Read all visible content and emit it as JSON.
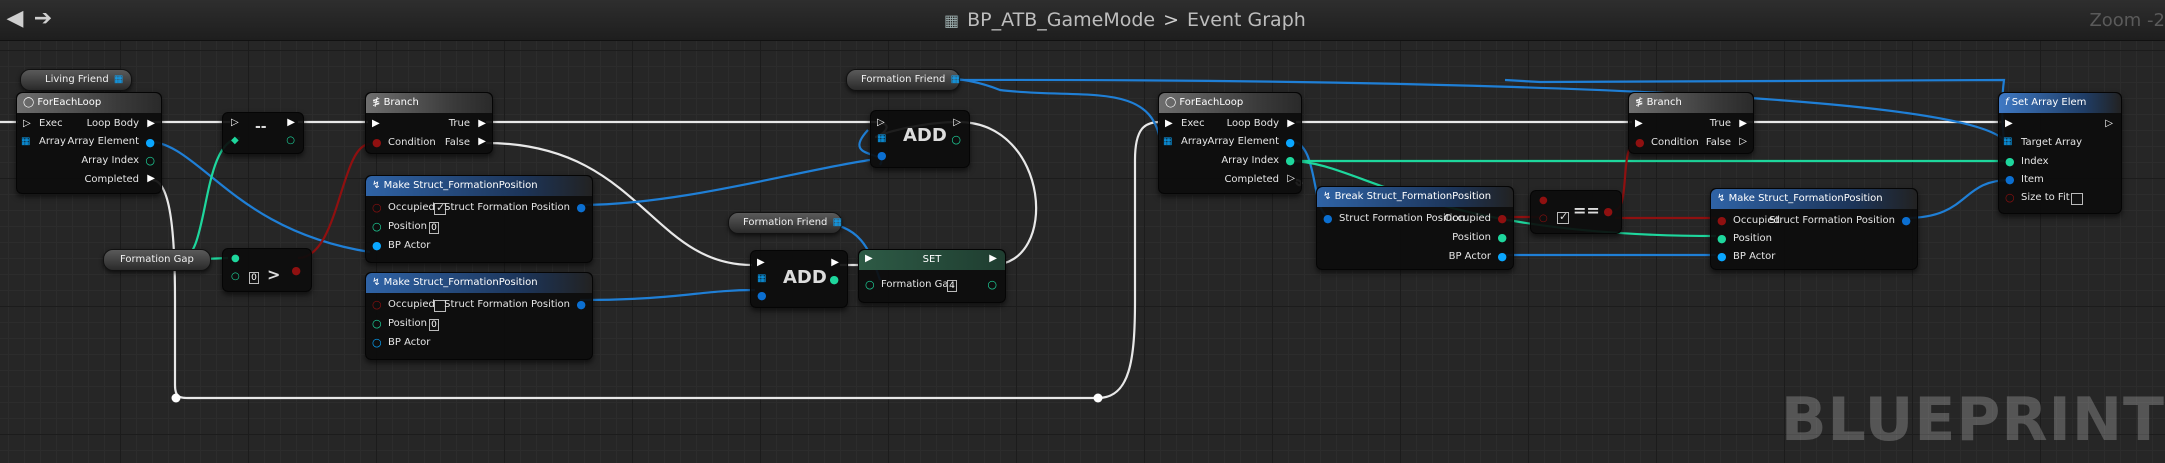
{
  "header": {
    "breadcrumb_asset": "BP_ATB_GameMode",
    "breadcrumb_separator": ">",
    "breadcrumb_graph": "Event Graph",
    "zoom_text": "Zoom -2",
    "back_icon": "back-arrow-icon",
    "forward_icon": "forward-arrow-icon"
  },
  "watermark": "BLUEPRINT",
  "nodes": {
    "living_friend": {
      "title": "Living Friend"
    },
    "foreach1": {
      "title": "ForEachLoop",
      "exec": "Exec",
      "array": "Array",
      "loop_body": "Loop Body",
      "array_element": "Array Element",
      "array_index": "Array Index",
      "completed": "Completed"
    },
    "not_equal1": {
      "symbol": "--"
    },
    "formation_gap1": {
      "title": "Formation Gap"
    },
    "greater1": {
      "value": "0",
      "symbol": ">"
    },
    "branch1": {
      "title": "Branch",
      "condition": "Condition",
      "true_label": "True",
      "false_label": "False"
    },
    "make_struct1": {
      "title": "Make Struct_FormationPosition",
      "occupied": "Occupied",
      "position": "Position",
      "position_value": "0",
      "bp_actor": "BP Actor",
      "output": "Struct Formation Position"
    },
    "make_struct2": {
      "title": "Make Struct_FormationPosition",
      "occupied": "Occupied",
      "position": "Position",
      "position_value": "0",
      "bp_actor": "BP Actor",
      "output": "Struct Formation Position"
    },
    "formation_friend1": {
      "title": "Formation Friend"
    },
    "add1": {
      "label": "ADD"
    },
    "formation_friend2": {
      "title": "Formation Friend"
    },
    "add2": {
      "label": "ADD"
    },
    "set1": {
      "title": "SET",
      "var": "Formation Gap",
      "value": "4"
    },
    "foreach2": {
      "title": "ForEachLoop",
      "exec": "Exec",
      "array": "Array",
      "loop_body": "Loop Body",
      "array_element": "Array Element",
      "array_index": "Array Index",
      "completed": "Completed"
    },
    "break_struct": {
      "title": "Break Struct_FormationPosition",
      "input": "Struct Formation Position",
      "occupied": "Occupied",
      "position": "Position",
      "bp_actor": "BP Actor"
    },
    "equal1": {
      "symbol": "=="
    },
    "branch2": {
      "title": "Branch",
      "condition": "Condition",
      "true_label": "True",
      "false_label": "False"
    },
    "make_struct3": {
      "title": "Make Struct_FormationPosition",
      "occupied": "Occupied",
      "position": "Position",
      "bp_actor": "BP Actor",
      "output": "Struct Formation Position"
    },
    "set_array_elem": {
      "title": "Set Array Elem",
      "target_array": "Target Array",
      "index": "Index",
      "item": "Item",
      "size_to_fit": "Size to Fit"
    }
  },
  "colors": {
    "exec": "#ffffff",
    "object": "#0aa7ff",
    "struct": "#0b6fd1",
    "bool": "#8f0f0f",
    "int": "#1ed79d",
    "reroute": "#ffffff"
  }
}
